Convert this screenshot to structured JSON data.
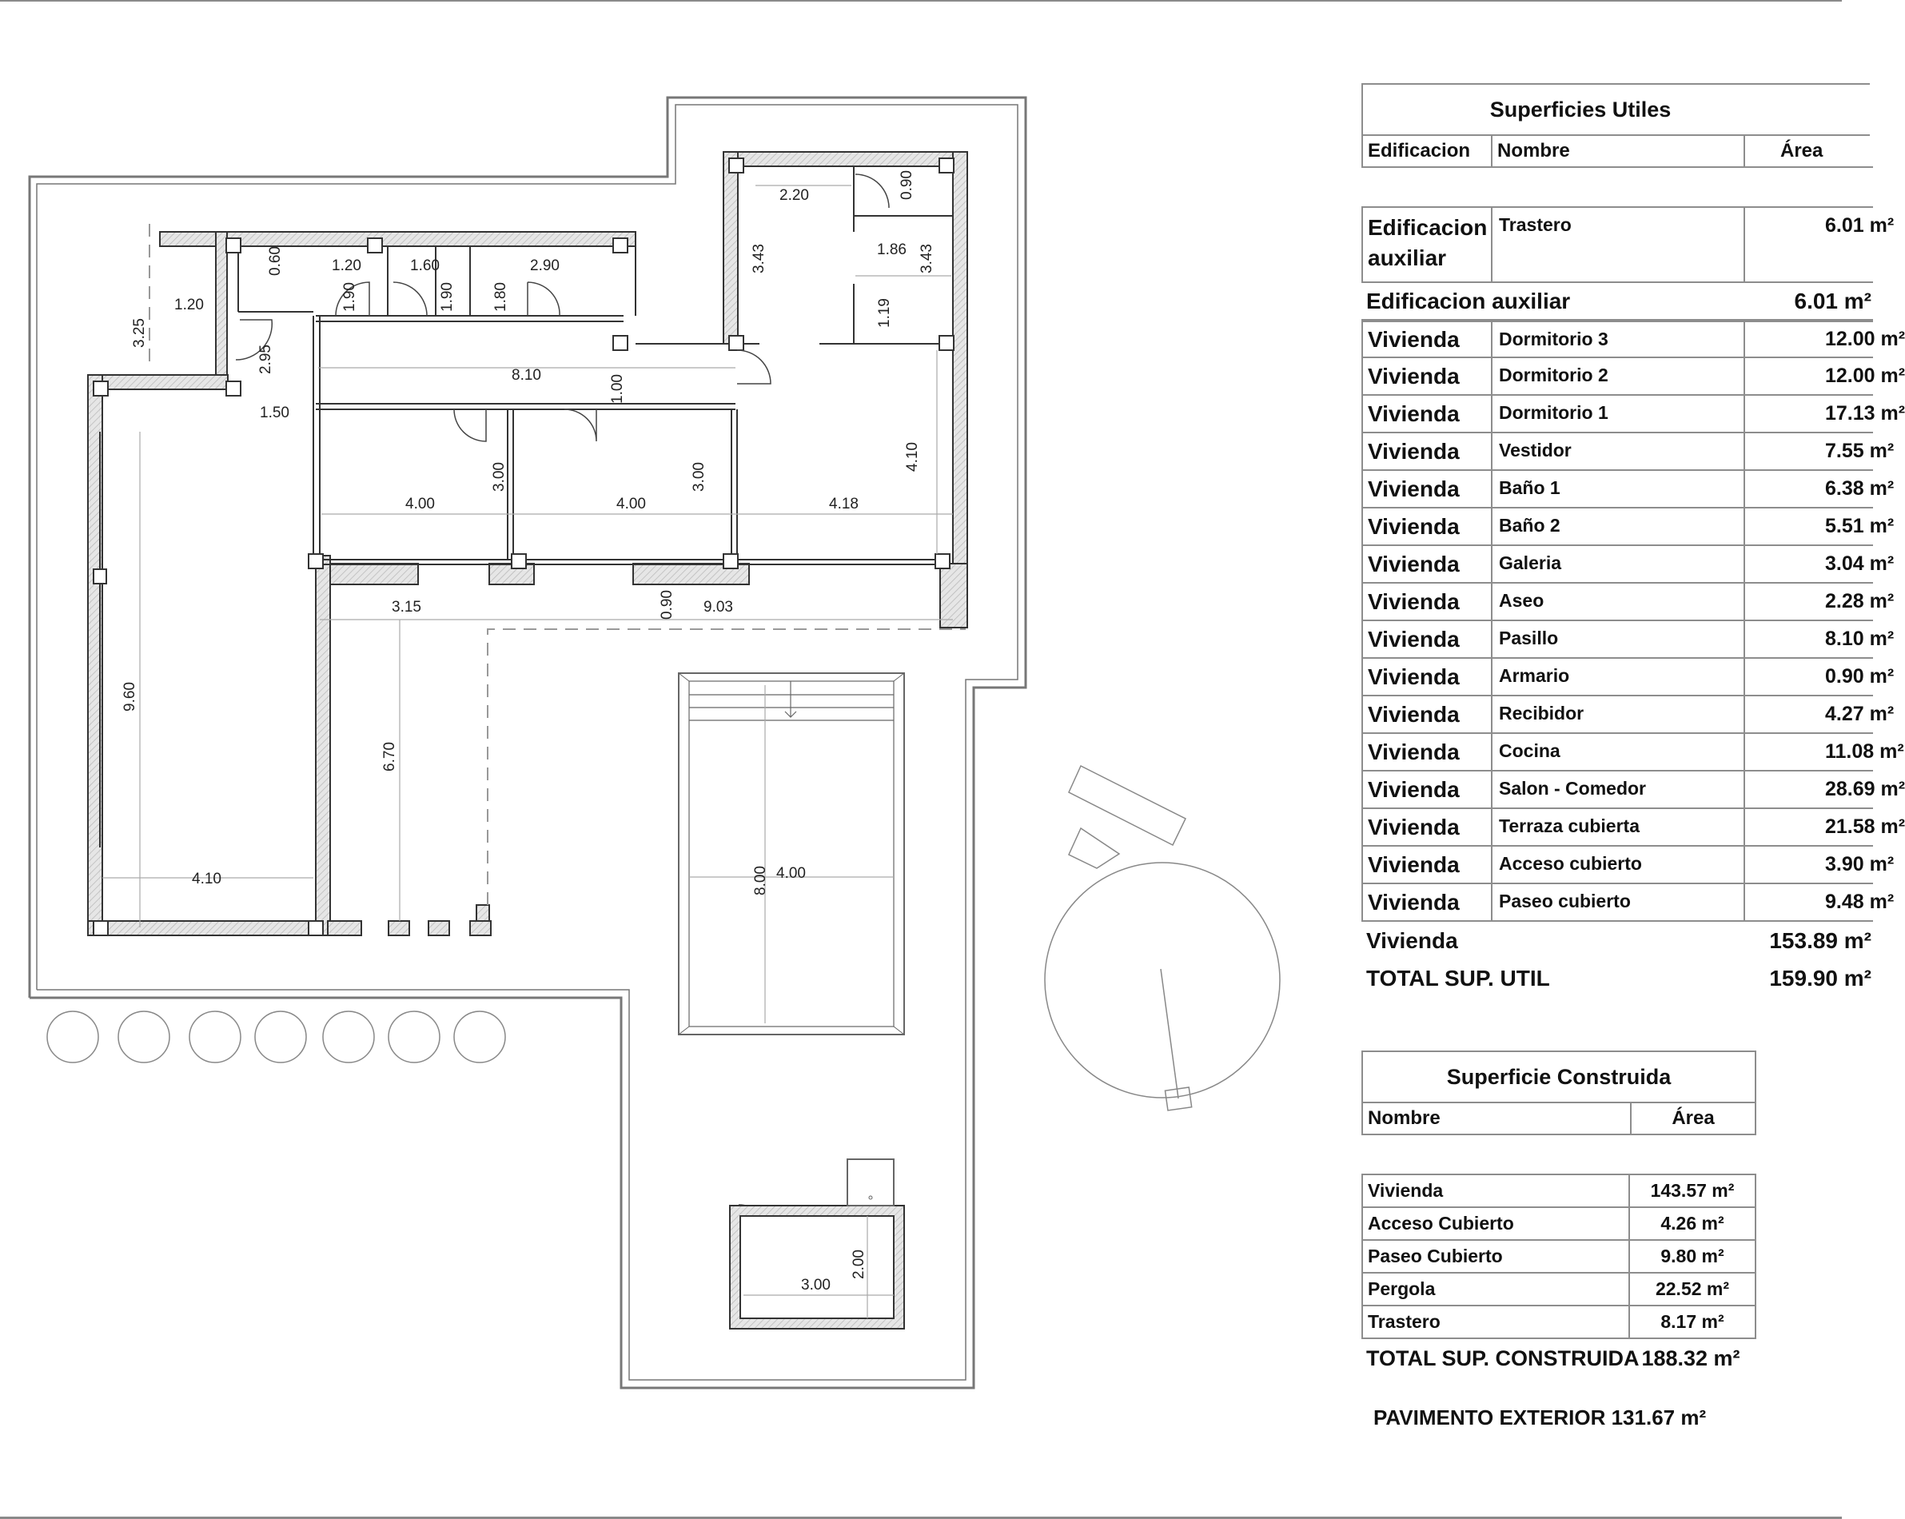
{
  "plan": {
    "dimensions": {
      "trastero_top_w": "2.20",
      "closet_w": "0.90",
      "bath1_w": "1.86",
      "bath1_h": "3.43",
      "dorm1_left_h": "3.43",
      "shower_h": "1.19",
      "aseo_w": "1.20",
      "galeria_w": "1.60",
      "bano2_w": "2.90",
      "aseo_h": "1.90",
      "galeria_h": "1.90",
      "bano2_h": "1.80",
      "entry_w": "1.20",
      "entry_h": "3.25",
      "armario_h": "0.60",
      "recibidor_h": "2.95",
      "recibidor_w": "1.50",
      "pasillo_w": "8.10",
      "pasillo_h": "1.00",
      "dorm3_w": "4.00",
      "dorm3_h": "3.00",
      "dorm2_w": "4.00",
      "dorm2_h": "3.00",
      "dorm1_w": "4.18",
      "dorm1_h": "4.10",
      "salon_h": "9.60",
      "salon_w": "4.10",
      "terraza_w": "3.15",
      "paseo_h": "0.90",
      "paseo_w": "9.03",
      "terraza_h": "6.70",
      "pool_w": "4.00",
      "pool_h": "8.00",
      "aux_w": "3.00",
      "aux_h": "2.00"
    }
  },
  "superficies_utiles": {
    "title": "Superficies Utiles",
    "columns": [
      "Edificacion",
      "Nombre",
      "Área"
    ],
    "aux_rows": [
      {
        "edificacion": "Edificacion auxiliar",
        "nombre": "Trastero",
        "area": "6.01 m²"
      }
    ],
    "aux_subtotal": {
      "label": "Edificacion auxiliar",
      "area": "6.01 m²"
    },
    "vivienda_rows": [
      {
        "edificacion": "Vivienda",
        "nombre": "Dormitorio 3",
        "area": "12.00 m²"
      },
      {
        "edificacion": "Vivienda",
        "nombre": "Dormitorio 2",
        "area": "12.00 m²"
      },
      {
        "edificacion": "Vivienda",
        "nombre": "Dormitorio 1",
        "area": "17.13 m²"
      },
      {
        "edificacion": "Vivienda",
        "nombre": "Vestidor",
        "area": "7.55 m²"
      },
      {
        "edificacion": "Vivienda",
        "nombre": "Baño 1",
        "area": "6.38 m²"
      },
      {
        "edificacion": "Vivienda",
        "nombre": "Baño 2",
        "area": "5.51 m²"
      },
      {
        "edificacion": "Vivienda",
        "nombre": "Galeria",
        "area": "3.04 m²"
      },
      {
        "edificacion": "Vivienda",
        "nombre": "Aseo",
        "area": "2.28 m²"
      },
      {
        "edificacion": "Vivienda",
        "nombre": "Pasillo",
        "area": "8.10 m²"
      },
      {
        "edificacion": "Vivienda",
        "nombre": "Armario",
        "area": "0.90 m²"
      },
      {
        "edificacion": "Vivienda",
        "nombre": "Recibidor",
        "area": "4.27 m²"
      },
      {
        "edificacion": "Vivienda",
        "nombre": "Cocina",
        "area": "11.08 m²"
      },
      {
        "edificacion": "Vivienda",
        "nombre": "Salon - Comedor",
        "area": "28.69 m²"
      },
      {
        "edificacion": "Vivienda",
        "nombre": "Terraza cubierta",
        "area": "21.58 m²"
      },
      {
        "edificacion": "Vivienda",
        "nombre": "Acceso cubierto",
        "area": "3.90 m²"
      },
      {
        "edificacion": "Vivienda",
        "nombre": "Paseo cubierto",
        "area": "9.48 m²"
      }
    ],
    "vivienda_subtotal": {
      "label": "Vivienda",
      "area": "153.89 m²"
    },
    "total": {
      "label": "TOTAL SUP. UTIL",
      "area": "159.90 m²"
    }
  },
  "superficie_construida": {
    "title": "Superficie Construida",
    "columns": [
      "Nombre",
      "Área"
    ],
    "rows": [
      {
        "nombre": "Vivienda",
        "area": "143.57 m²"
      },
      {
        "nombre": "Acceso Cubierto",
        "area": "4.26 m²"
      },
      {
        "nombre": "Paseo Cubierto",
        "area": "9.80 m²"
      },
      {
        "nombre": "Pergola",
        "area": "22.52 m²"
      },
      {
        "nombre": "Trastero",
        "area": "8.17 m²"
      }
    ],
    "total": {
      "label": "TOTAL SUP. CONSTRUIDA",
      "area": "188.32 m²"
    }
  },
  "pavimento_exterior": "PAVIMENTO EXTERIOR 131.67 m²"
}
